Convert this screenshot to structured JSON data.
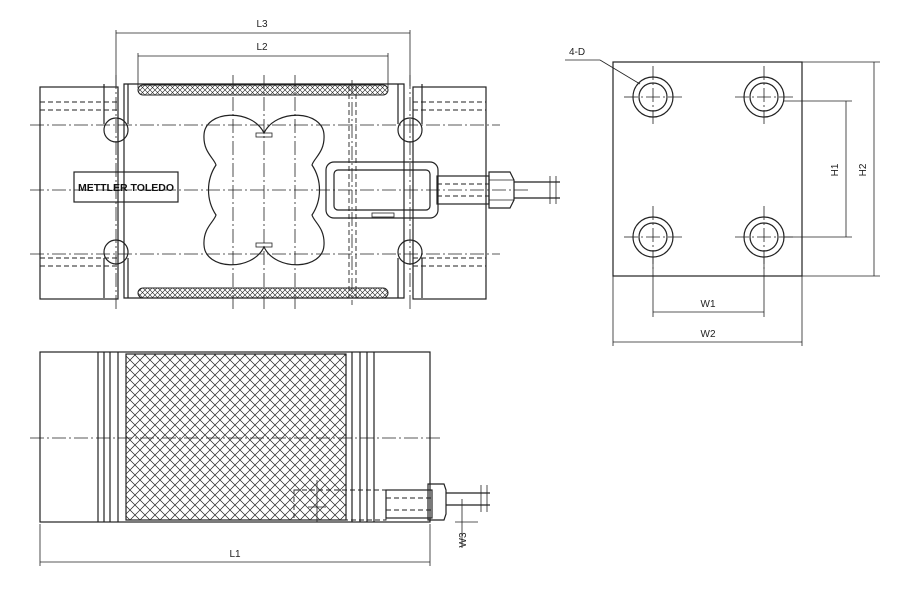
{
  "brand_label": "METTLER TOLEDO",
  "dimensions": {
    "L1": "L1",
    "L2": "L2",
    "L3": "L3",
    "W1": "W1",
    "W2": "W2",
    "W3": "W3",
    "H1": "H1",
    "H2": "H2",
    "hole_callout": "4-D"
  }
}
